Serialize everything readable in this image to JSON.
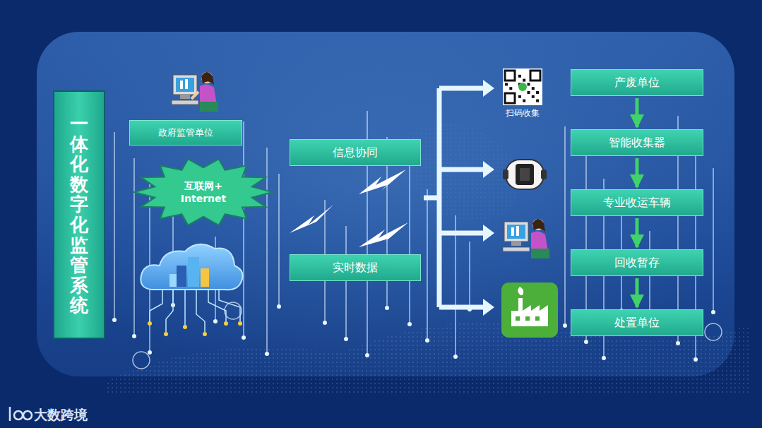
{
  "diagram": {
    "nodes": [
      {
        "text": [
          "一体化数字化监管系统"
        ]
      },
      {
        "text": [
          "政府监管单位"
        ]
      },
      {
        "text": [
          "互联网+ Internet"
        ]
      },
      {
        "text": [
          "信息协同"
        ]
      },
      {
        "text": [
          "实时数据"
        ]
      },
      {
        "text": [
          "产废单位"
        ]
      },
      {
        "text": [
          "智能收集器"
        ]
      },
      {
        "text": [
          "专业收运车辆"
        ]
      },
      {
        "text": [
          "回收暂存"
        ]
      },
      {
        "text": [
          "处置单位"
        ]
      }
    ],
    "edges": [
      {
        "from": 5,
        "to": 6,
        "arrow": "to"
      },
      {
        "from": 6,
        "to": 7,
        "arrow": "to"
      },
      {
        "from": 7,
        "to": 8,
        "arrow": "to"
      },
      {
        "from": 8,
        "to": 9,
        "arrow": "to"
      }
    ],
    "labels": [
      "扫码收集",
      "大数跨境"
    ]
  }
}
